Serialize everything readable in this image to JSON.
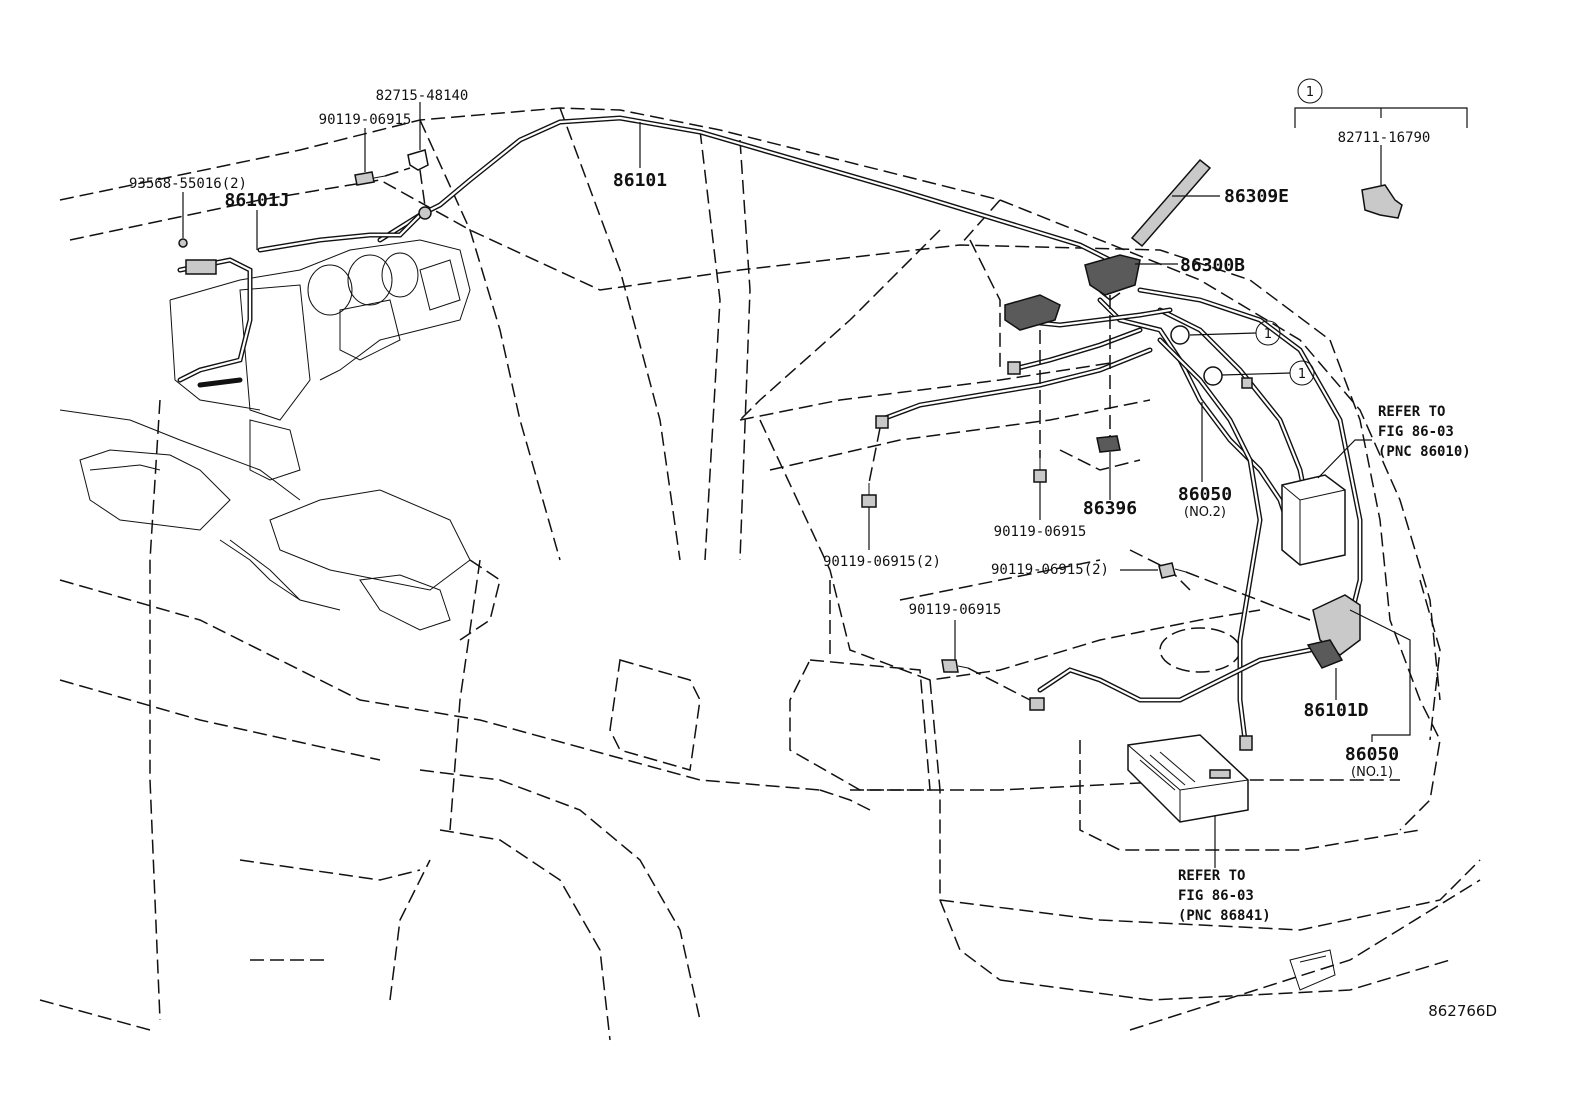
{
  "diagram_id": "862766D",
  "kit": {
    "circle_number": "1",
    "part_number": "82711-16790"
  },
  "callout_circle": "1",
  "parts": {
    "p82715": "82715-48140",
    "p90119_top": "90119-06915",
    "p93568": "93568-55016(2)",
    "p86101J": "86101J",
    "p86101": "86101",
    "p86309E": "86309E",
    "p86300B": "86300B",
    "p86396": "86396",
    "p86050_no2": "86050",
    "p86050_no2_note": "(NO.2)",
    "p90119_center": "90119-06915",
    "p90119_left2": "90119-06915(2)",
    "p90119_right2": "90119-06915(2)",
    "p90119_lower": "90119-06915",
    "p86101D": "86101D",
    "p86050_no1": "86050",
    "p86050_no1_note": "(NO.1)"
  },
  "refer_right": {
    "line1": "REFER TO",
    "line2": "FIG 86-03",
    "line3": "(PNC 86010)"
  },
  "refer_bottom": {
    "line1": "REFER TO",
    "line2": "FIG 86-03",
    "line3": "(PNC 86841)"
  }
}
